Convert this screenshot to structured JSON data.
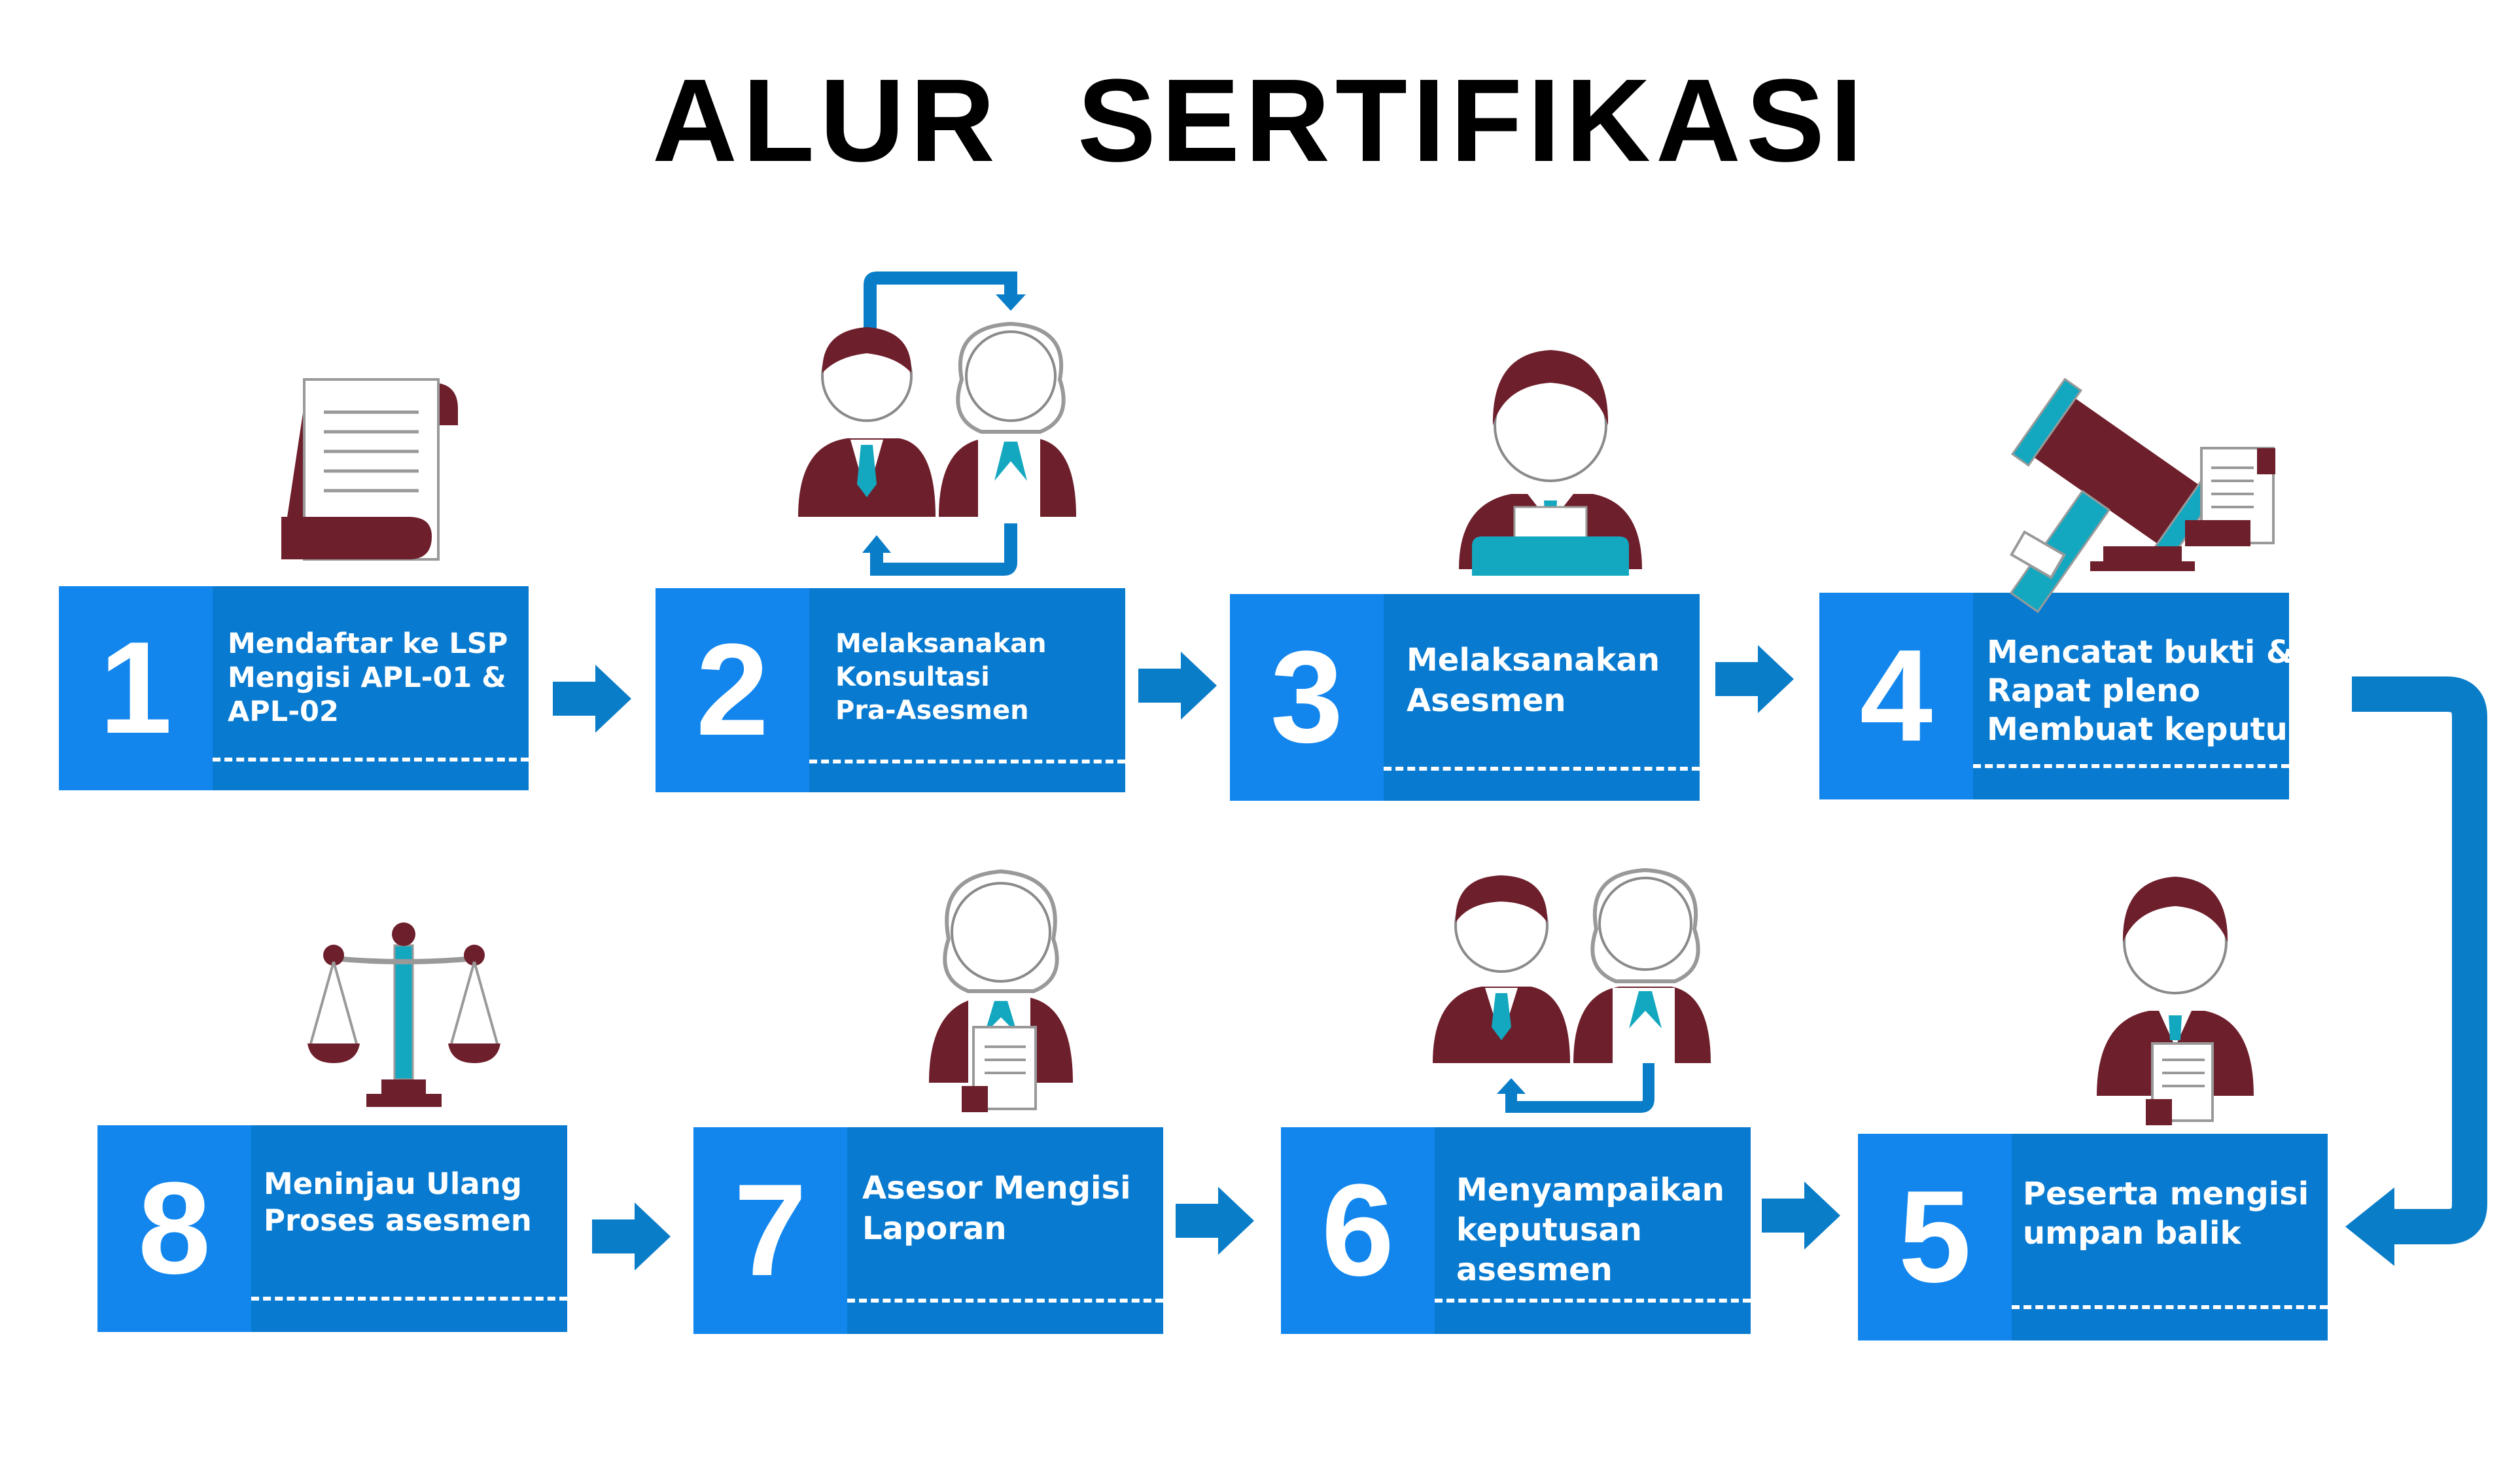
{
  "title": "ALUR SERTIFIKASI",
  "colors": {
    "box_dark": "#087ad0",
    "box_light": "#1286ed",
    "arrow": "#0a7dc8",
    "maroon": "#6e1f2c",
    "teal": "#14a8c0"
  },
  "steps": [
    {
      "number": "1",
      "lines": [
        "Mendaftar ke LSP",
        "Mengisi APL-01 &",
        "APL-02"
      ],
      "icon": "document-scroll-icon"
    },
    {
      "number": "2",
      "lines": [
        "Melaksanakan",
        "Konsultasi",
        "Pra-Asesmen"
      ],
      "icon": "consultation-people-icon"
    },
    {
      "number": "3",
      "lines": [
        "Melaksanakan",
        "Asesmen"
      ],
      "icon": "assessor-at-desk-icon"
    },
    {
      "number": "4",
      "lines": [
        "Mencatat bukti &",
        "Rapat pleno",
        "Membuat keputusan"
      ],
      "icon": "gavel-document-icon"
    },
    {
      "number": "5",
      "lines": [
        "Peserta mengisi",
        "umpan balik"
      ],
      "icon": "participant-feedback-icon"
    },
    {
      "number": "6",
      "lines": [
        "Menyampaikan",
        "keputusan",
        "asesmen"
      ],
      "icon": "decision-meeting-icon"
    },
    {
      "number": "7",
      "lines": [
        "Asesor Mengisi",
        "Laporan"
      ],
      "icon": "assessor-report-icon"
    },
    {
      "number": "8",
      "lines": [
        "Meninjau Ulang",
        "Proses asesmen"
      ],
      "icon": "justice-scale-icon"
    }
  ]
}
